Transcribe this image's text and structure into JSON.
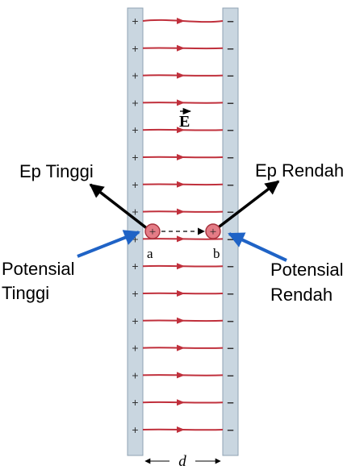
{
  "field_label": "E",
  "labels": {
    "ep_high": "Ep Tinggi",
    "ep_low": "Ep Rendah",
    "potential_high_line1": "Potensial",
    "potential_high_line2": "Tinggi",
    "potential_low_line1": "Potensial",
    "potential_low_line2": "Rendah"
  },
  "point_a": "a",
  "point_b": "b",
  "distance_label": "d",
  "plate_pos_sign": "+",
  "plate_neg_sign": "–",
  "charge_sign": "+",
  "colors": {
    "plate": "#c9d6e0",
    "plate_edge": "#8fa3b3",
    "field_line": "#c0303c",
    "charge": "#e47c86",
    "blue_arrow": "#1f63c6",
    "black_arrow": "#000000"
  },
  "field_line_count": 16
}
